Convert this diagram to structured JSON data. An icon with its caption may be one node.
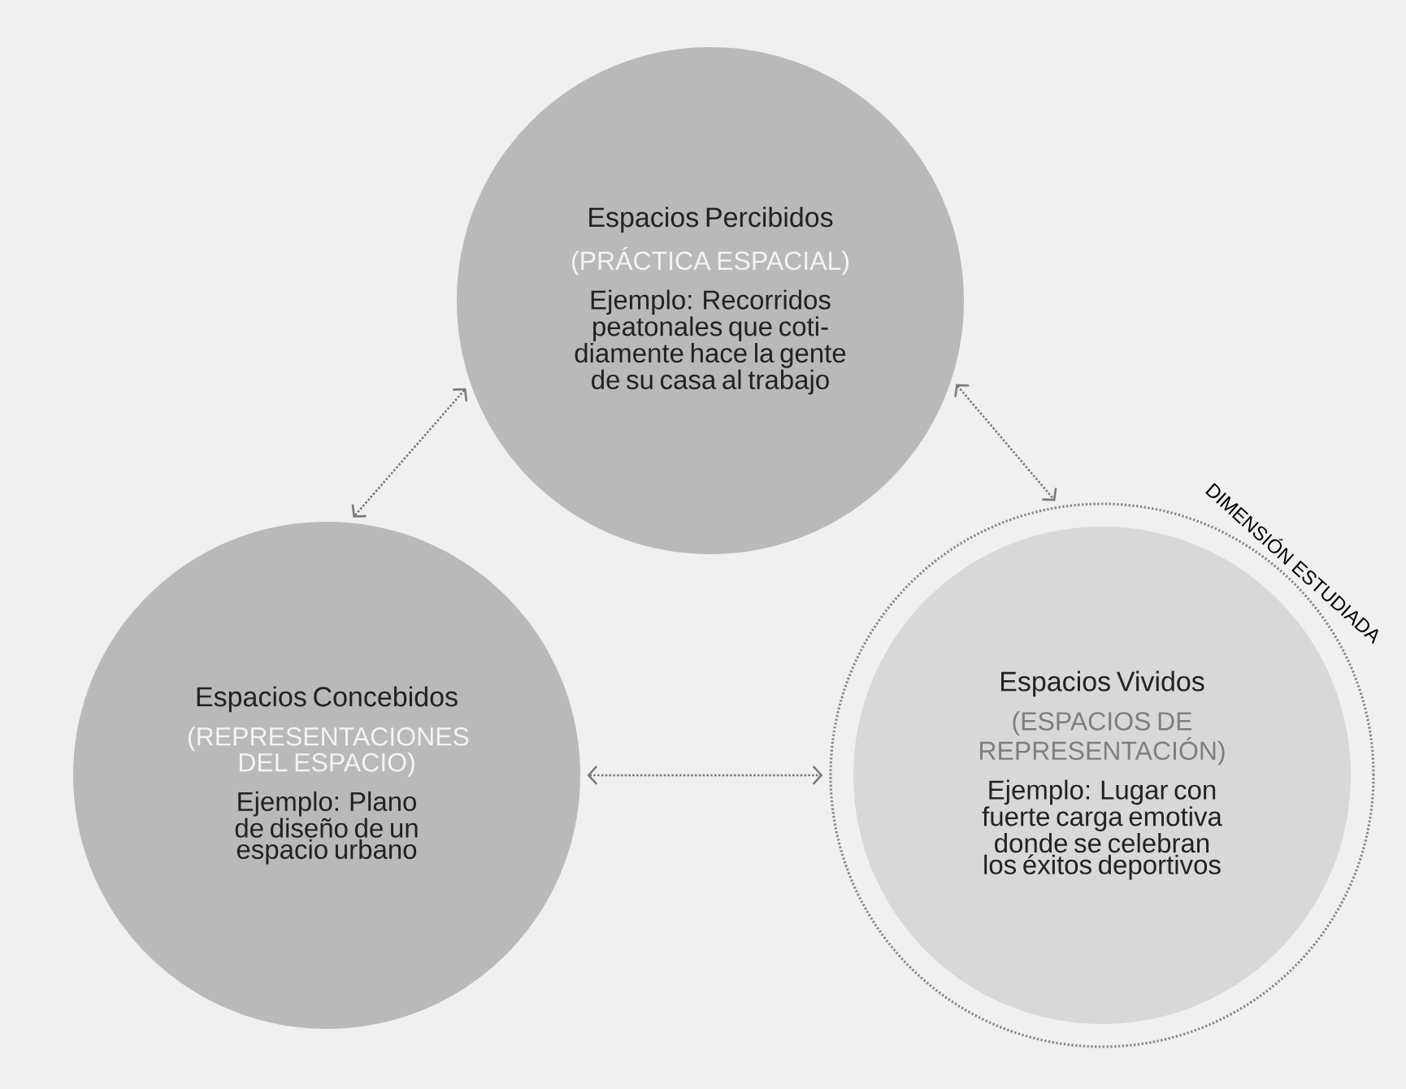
{
  "diagram": {
    "nodes": [
      {
        "text": [
          "Espacios Percibidos",
          "(PRÁCTICA ESPACIAL)",
          "Ejemplo: Recorridos peatonales que coti-diamente hace la gente de su casa al trabajo"
        ]
      },
      {
        "text": [
          "Espacios Concebidos",
          "(REPRESENTACIONES DEL ESPACIO)",
          "Ejemplo: Plano de diseño de un espacio urbano"
        ]
      },
      {
        "text": [
          "DIMENSIÓN ESTUDIADA"
        ]
      },
      {
        "text": [
          "Espacios Vividos",
          "(ESPACIOS DE REPRESENTACIÓN)",
          "Ejemplo: Lugar con fuerte carga emotiva donde se celebran los éxitos deportivos"
        ],
        "in": 2
      }
    ],
    "edges": [
      {
        "from": 0,
        "to": 1,
        "arrow": "both"
      },
      {
        "from": 0,
        "to": 2,
        "arrow": "both"
      },
      {
        "from": 1,
        "to": 2,
        "arrow": "both"
      }
    ]
  }
}
